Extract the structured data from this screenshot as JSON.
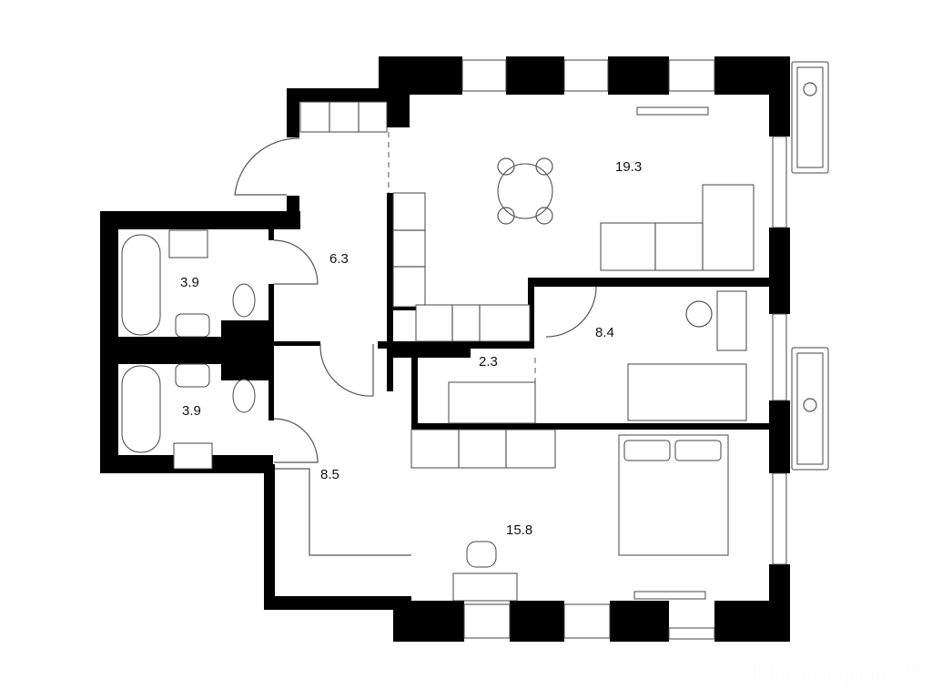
{
  "rooms": [
    {
      "id": "living-kitchen",
      "area": "19.3"
    },
    {
      "id": "hallway-entry",
      "area": "6.3"
    },
    {
      "id": "bathroom-1",
      "area": "3.9"
    },
    {
      "id": "bathroom-2",
      "area": "3.9"
    },
    {
      "id": "storage",
      "area": "2.3"
    },
    {
      "id": "kids-room",
      "area": "8.4"
    },
    {
      "id": "hallway",
      "area": "8.5"
    },
    {
      "id": "bedroom",
      "area": "15.8"
    }
  ],
  "watermark": "Новострой-М",
  "colors": {
    "wall": "#000000",
    "background": "#ffffff",
    "furniture": "#555555"
  }
}
